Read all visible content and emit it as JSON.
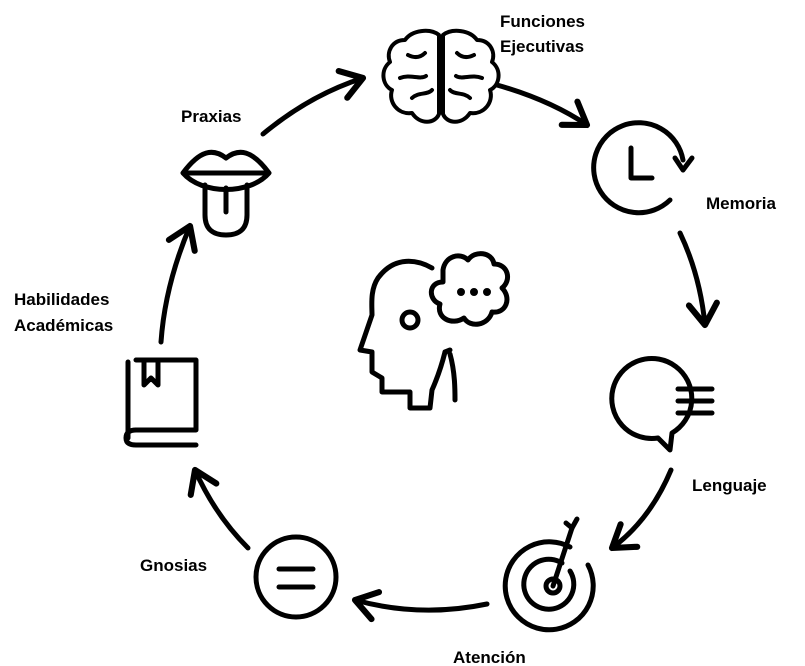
{
  "nodes": {
    "funciones_ejecutivas": {
      "line1": "Funciones",
      "line2": "Ejecutivas",
      "icon": "brain-icon"
    },
    "memoria": {
      "label": "Memoria",
      "icon": "clock-icon"
    },
    "lenguaje": {
      "label": "Lenguaje",
      "icon": "speech-bubble-icon"
    },
    "atencion": {
      "label": "Atención",
      "icon": "target-arrow-icon"
    },
    "gnosias": {
      "label": "Gnosias",
      "icon": "equals-circle-icon"
    },
    "habilidades_academicas": {
      "line1": "Habilidades",
      "line2": "Académicas",
      "icon": "book-icon"
    },
    "praxias": {
      "label": "Praxias",
      "icon": "mouth-tongue-icon"
    }
  },
  "center": {
    "icon": "head-thinking-icon"
  },
  "colors": {
    "stroke": "#000000",
    "background": "#ffffff"
  }
}
